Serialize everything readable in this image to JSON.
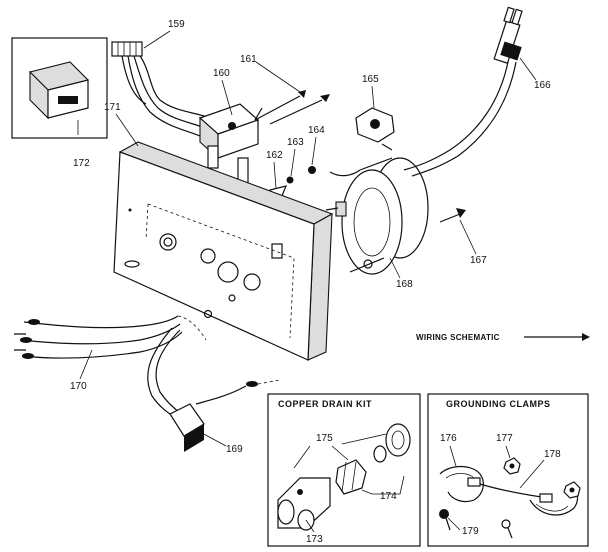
{
  "callouts": {
    "c159": "159",
    "c160": "160",
    "c161": "161",
    "c162": "162",
    "c163": "163",
    "c164": "164",
    "c165": "165",
    "c166": "166",
    "c167": "167",
    "c168": "168",
    "c169": "169",
    "c170": "170",
    "c171": "171",
    "c172": "172",
    "c173": "173",
    "c174": "174",
    "c175": "175",
    "c176": "176",
    "c177": "177",
    "c178": "178",
    "c179": "179"
  },
  "labels": {
    "wiring_schematic": "WIRING SCHEMATIC",
    "copper_drain_kit": "COPPER DRAIN KIT",
    "grounding_clamps": "GROUNDING CLAMPS"
  }
}
